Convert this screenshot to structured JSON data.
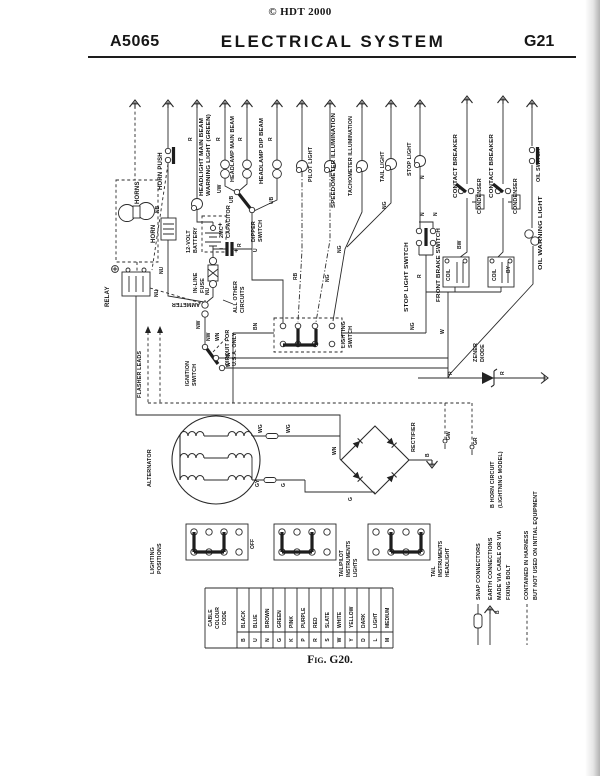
{
  "page": {
    "copyright": "© HDT 2000",
    "code": "A5065",
    "title": "ELECTRICAL SYSTEM",
    "page_num": "G21",
    "figure_caption": "Fig. G20."
  },
  "labels": {
    "horns": "HORNS",
    "horn_push": "HORN PUSH",
    "horn": "HORN",
    "relay": "RELAY",
    "battery": [
      "12-VOLT",
      "BATTERY"
    ],
    "inline_fuse": [
      "IN-LINE",
      "FUSE"
    ],
    "capacitor": [
      "2MC",
      "CAPACITOR"
    ],
    "headlight_warning": [
      "HEADLIGHT MAIN BEAM",
      "WARNING LIGHT (GREEN)"
    ],
    "headlamp_main": "HEADLAMP MAIN BEAM",
    "headlamp_dip": "HEADLAMP DIP BEAM",
    "dipper_switch": [
      "DIPPER",
      "SWITCH"
    ],
    "pilot_light": "PILOT LIGHT",
    "speedometer": "SPEEDOMETER ILLUMINATION",
    "tachometer": "TACHOMETER ILLUMINATION",
    "tail_light": "TAIL LIGHT",
    "stop_light": "STOP LIGHT",
    "stop_light_switch": "STOP LIGHT SWITCH",
    "front_brake_switch": "FRONT BRAKE SWITCH",
    "contact_breaker": "CONTACT BREAKER",
    "condenser": "CONDENSER",
    "oil_switch": "OIL SWITCH",
    "oil_warning_light": "OIL WARNING LIGHT",
    "ammeter": "AMMETER",
    "ignition_switch": [
      "IGNITION",
      "SWITCH"
    ],
    "flasher_leads": "FLASHER LEADS",
    "all_other_circuits": [
      "ALL OTHER",
      "CIRCUITS"
    ],
    "usa_circuit": [
      "CIRCUIT FOR",
      "U.S.A. ONLY"
    ],
    "lighting_switch": [
      "LIGHTING",
      "SWITCH"
    ],
    "zener_diode": [
      "ZENER",
      "DIODE"
    ],
    "alternator": "ALTERNATOR",
    "rectifier": "RECTIFIER",
    "coil": "COIL"
  },
  "wires": {
    "r": "R",
    "u": "U",
    "uw": "UW",
    "ub": "UB",
    "rb": "RB",
    "ng": "NG",
    "n": "N",
    "nb": "NB",
    "nu": "NU",
    "nw": "NW",
    "wn": "WN",
    "w": "W",
    "bn": "BN",
    "bw": "BW",
    "by": "BY",
    "wg": "WG",
    "gy": "GY",
    "g": "G",
    "gw": "GW",
    "gr": "GR",
    "b": "B",
    "plus": "+",
    "minus": "−"
  },
  "lighting_positions": {
    "label": [
      "LIGHTING",
      "POSITIONS"
    ],
    "positions": [
      [
        "OFF"
      ],
      [
        "TAIL/PILOT",
        "INSTRUMENTS",
        "LIGHTS"
      ],
      [
        "TAIL",
        "INSTRUMENTS",
        "HEADLIGHT"
      ]
    ]
  },
  "cable_colour_code": {
    "header": [
      "CABLE",
      "COLOUR",
      "CODE"
    ],
    "entries": [
      {
        "code": "B",
        "colour": "BLACK"
      },
      {
        "code": "U",
        "colour": "BLUE"
      },
      {
        "code": "N",
        "colour": "BROWN"
      },
      {
        "code": "G",
        "colour": "GREEN"
      },
      {
        "code": "K",
        "colour": "PINK"
      },
      {
        "code": "P",
        "colour": "PURPLE"
      },
      {
        "code": "R",
        "colour": "RED"
      },
      {
        "code": "S",
        "colour": "SLATE"
      },
      {
        "code": "W",
        "colour": "WHITE"
      },
      {
        "code": "Y",
        "colour": "YELLOW"
      },
      {
        "code": "D",
        "colour": "DARK"
      },
      {
        "code": "L",
        "colour": "LIGHT"
      },
      {
        "code": "M",
        "colour": "MEDIUM"
      }
    ]
  },
  "legend": {
    "snap": "SNAP CONNECTORS",
    "earth": [
      "EARTH CONNECTIONS",
      "MADE VIA CABLE OR VIA",
      "FIXING BOLT"
    ],
    "harness": [
      "CONTAINED IN HARNESS",
      "BUT NOT USED ON INITIAL EQUIPMENT"
    ],
    "horn_circuit": [
      "B HORN CIRCUIT",
      "(LIGHTNING MODEL)"
    ]
  }
}
